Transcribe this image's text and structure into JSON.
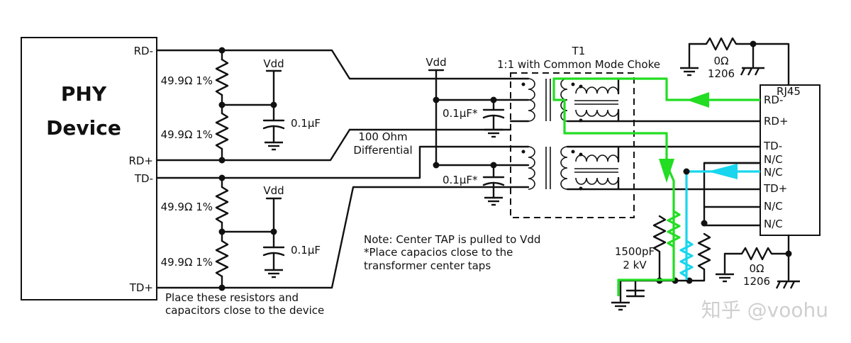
{
  "phy": {
    "line1": "PHY",
    "line2": "Device"
  },
  "pins": {
    "rd_minus": "RD-",
    "rd_plus": "RD+",
    "td_minus": "TD-",
    "td_plus": "TD+"
  },
  "resistor_value": "49.9Ω 1%",
  "capacitor_value": "0.1μF",
  "cap_center_tap": "0.1μF*",
  "supply": "Vdd",
  "diff_label": {
    "line1": "100 Ohm",
    "line2": "Differential"
  },
  "transformer": {
    "ref": "T1",
    "desc": "1:1 with Common Mode Choke"
  },
  "rj45": {
    "title": "RJ45",
    "pins": [
      "RD-",
      "RD+",
      "TD-",
      "N/C",
      "N/C",
      "TD+",
      "N/C",
      "N/C"
    ]
  },
  "zero_ohm": {
    "value": "0Ω",
    "size": "1206"
  },
  "hv_cap": {
    "value": "1500pF",
    "rating": "2 kV"
  },
  "note": {
    "line1": "Note: Center TAP is pulled to Vdd",
    "line2": "*Place capacios close to the",
    "line3": "transformer center taps"
  },
  "placement_note": {
    "line1": "Place these resistors and",
    "line2": "capacitors close to the device"
  },
  "watermark": "知乎 @voohu",
  "colors": {
    "highlight_green": "#22dd22",
    "highlight_cyan": "#18d6ee",
    "ink": "#111111"
  }
}
